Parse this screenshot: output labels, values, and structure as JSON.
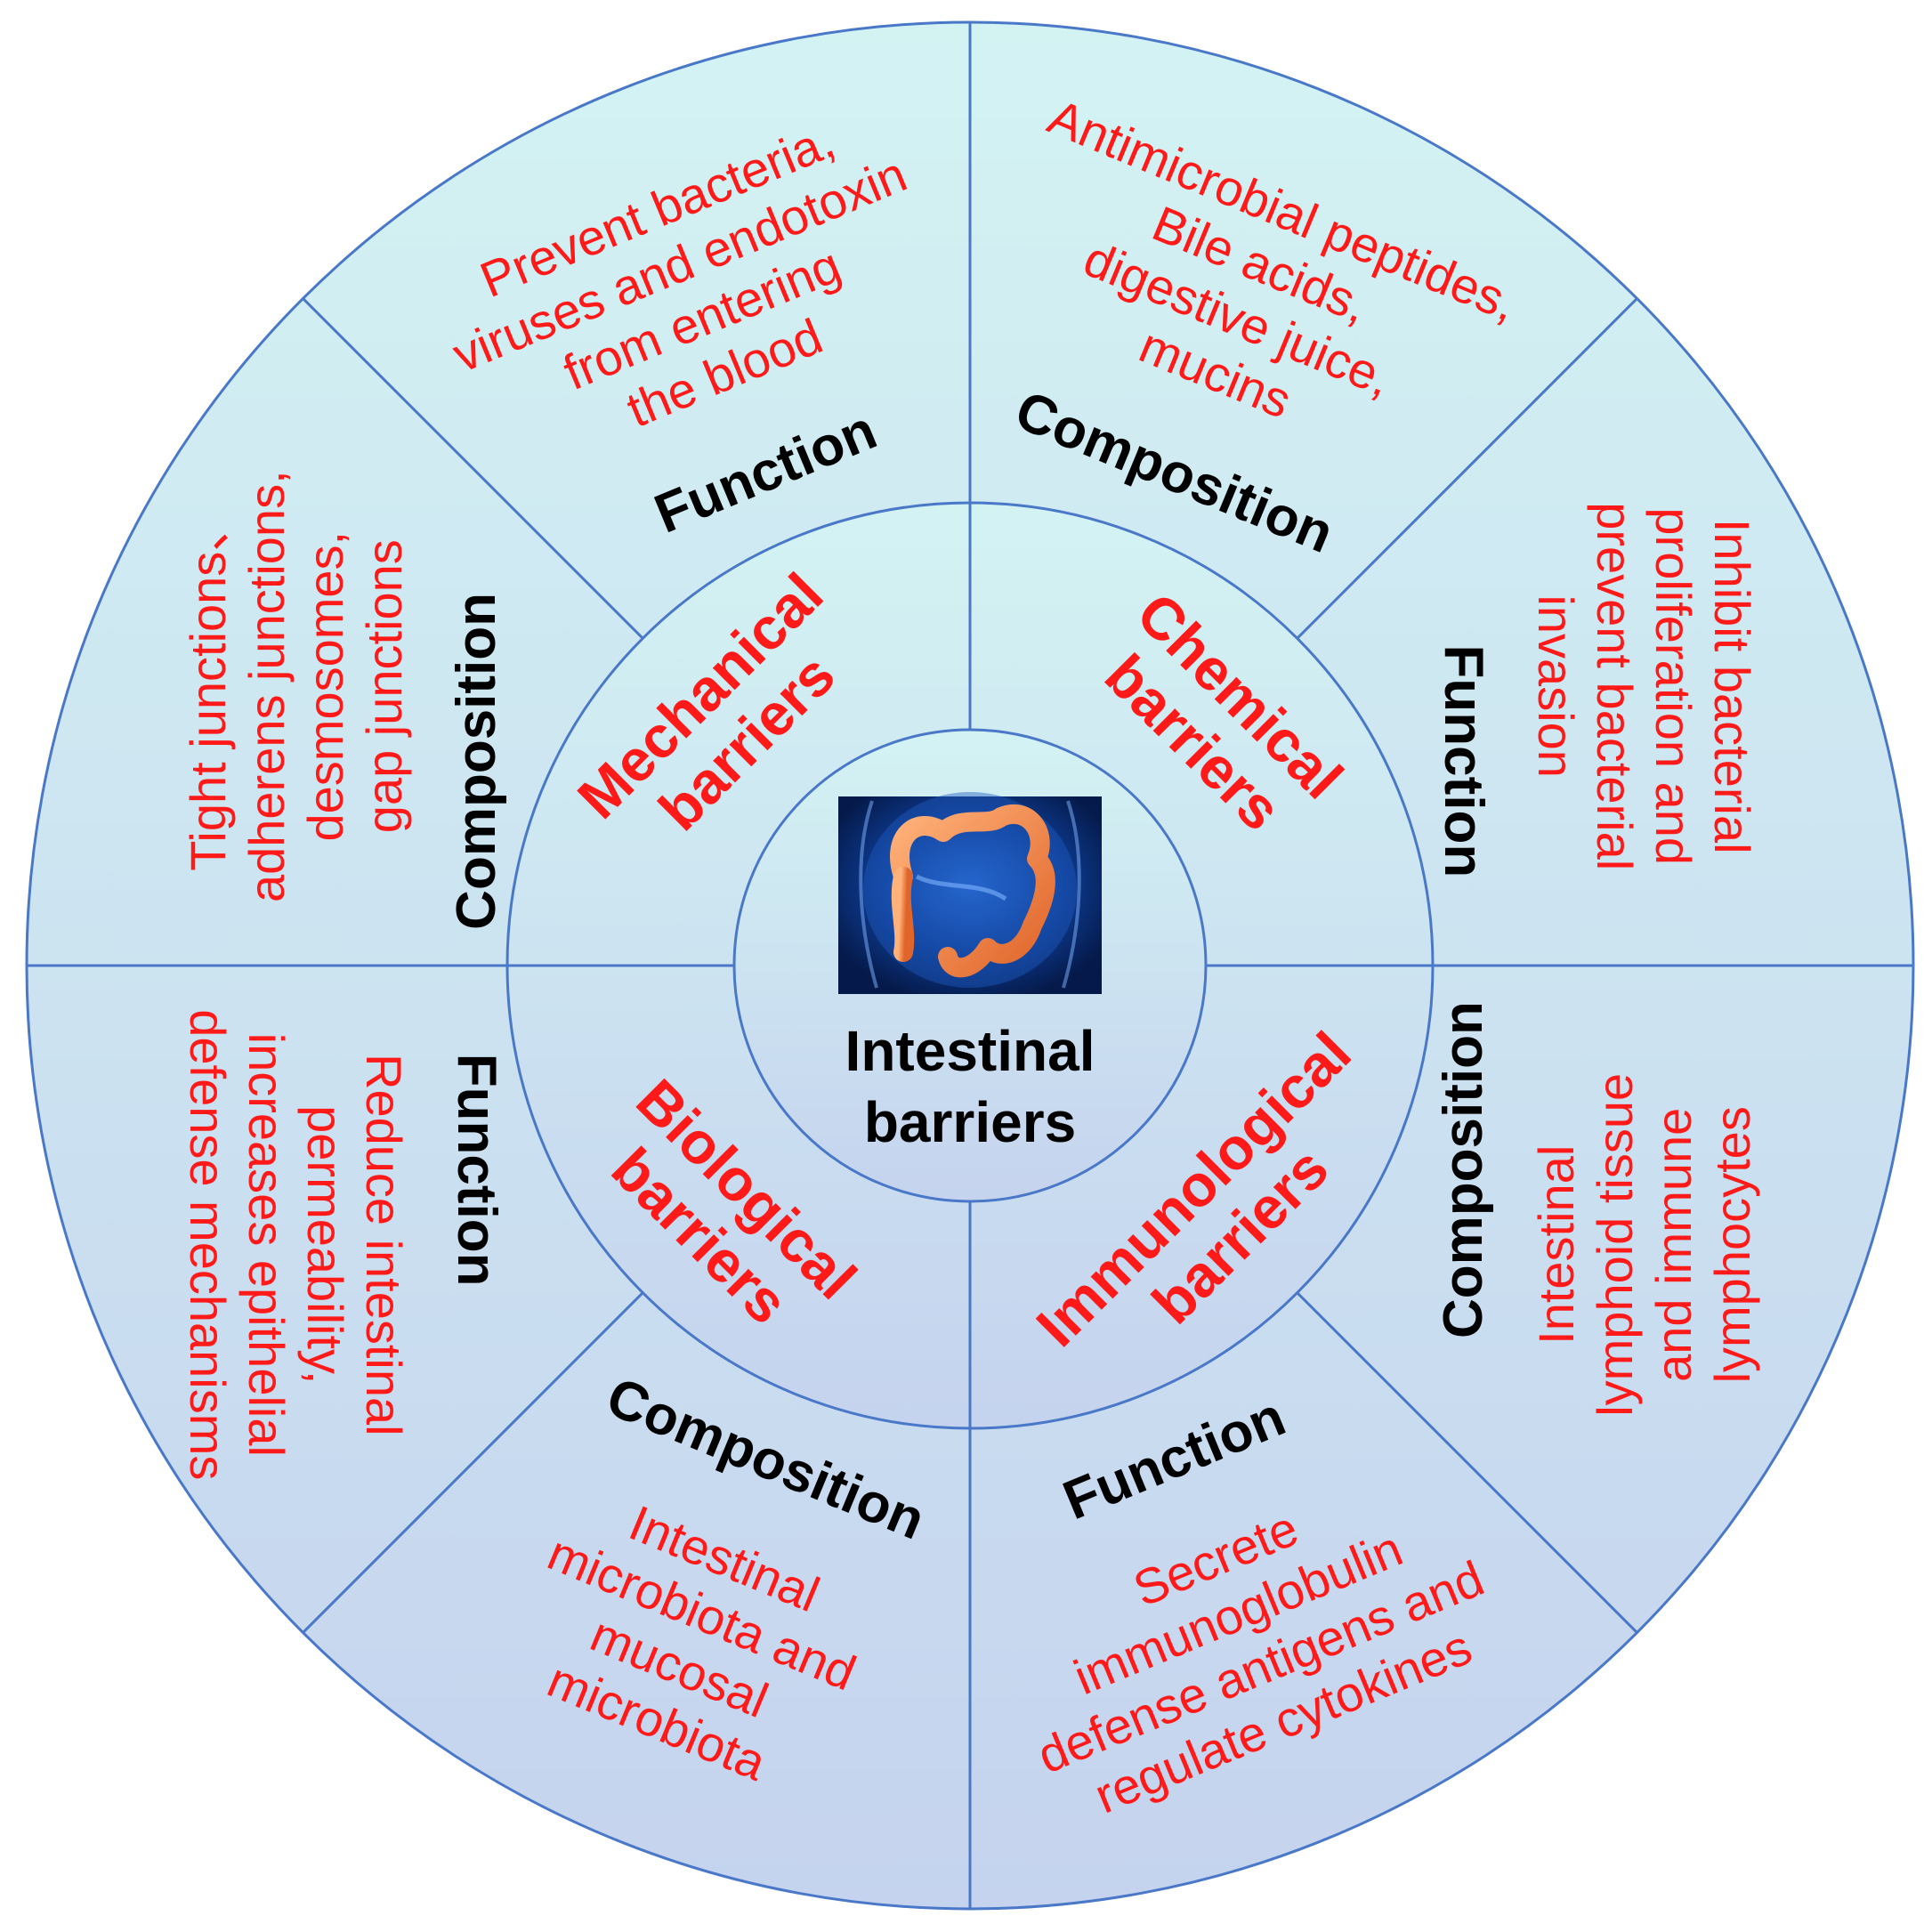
{
  "center": {
    "title_lines": [
      "Intestinal",
      "barriers"
    ]
  },
  "barriers": [
    {
      "id": "mechanical",
      "lines": [
        "Mechanical",
        "barriers"
      ]
    },
    {
      "id": "chemical",
      "lines": [
        "Chemical",
        "barriers"
      ]
    },
    {
      "id": "immunological",
      "lines": [
        "Immunological",
        "barriers"
      ]
    },
    {
      "id": "biological",
      "lines": [
        "Biological",
        "barriers"
      ]
    }
  ],
  "outer_sectors": [
    {
      "id": "mechanical-function",
      "label": "Function",
      "text_lines": [
        "Prevent bacteria,",
        "viruses and endotoxin",
        "from entering",
        "the blood"
      ]
    },
    {
      "id": "chemical-composition",
      "label": "Composition",
      "text_lines": [
        "Antimicrobial peptides,",
        "Bile acids,",
        "digestive juice,",
        "mucins"
      ]
    },
    {
      "id": "chemical-function",
      "label": "Function",
      "text_lines": [
        "Inhibit bacterial",
        "proliferation and",
        "prevent bacterial",
        "invasion"
      ]
    },
    {
      "id": "immunological-composition",
      "label": "Composition",
      "text_lines": [
        "Intestinal",
        "lymphoid tissue",
        "and immune",
        "lymphocytes"
      ]
    },
    {
      "id": "immunological-function",
      "label": "Function",
      "text_lines": [
        "Secrete",
        "immunoglobulin",
        "defense antigens and",
        "regulate cytokines"
      ]
    },
    {
      "id": "biological-composition",
      "label": "Composition",
      "text_lines": [
        "Intestinal",
        "microbiota and",
        "mucosal",
        "microbiota"
      ]
    },
    {
      "id": "biological-function",
      "label": "Function",
      "text_lines": [
        "Reduce intestinal",
        "permeability,",
        "increases epithelial",
        "defense mechanisms"
      ]
    },
    {
      "id": "mechanical-composition",
      "label": "Composition",
      "text_lines": [
        "Tight junctions、",
        "adherens junctions,",
        "desmosomes,",
        "gap junctions"
      ]
    }
  ],
  "colors": {
    "ring_stroke": "#4a78c8",
    "fill_top": "#d3f3f3",
    "fill_bottom": "#c5d3ee",
    "red_text": "#ff1a1a"
  },
  "icons": {
    "center_image": "intestine-illustration"
  }
}
